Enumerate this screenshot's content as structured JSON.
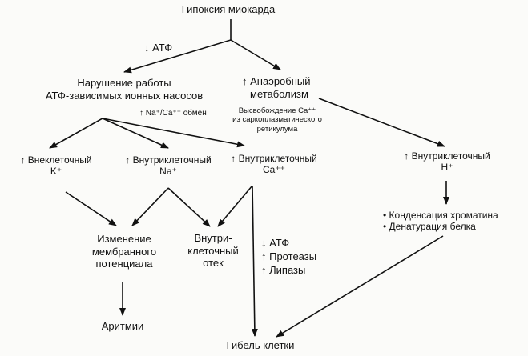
{
  "diagram": {
    "top": "Гипоксия миокарда",
    "atp_down": "↓ АТФ",
    "pump_failure": [
      "Нарушение работы",
      "АТФ-зависимых ионных насосов"
    ],
    "anaerobic": [
      "↑ Анаэробный",
      "метаболизм"
    ],
    "na_ca_exchange": "↑ Na⁺/Ca⁺⁺ обмен",
    "ca_release": [
      "Высвобождение Ca⁺⁺",
      "из саркоплазматического",
      "ретикулума"
    ],
    "extracellular_k": [
      "↑ Внеклеточный",
      "K⁺"
    ],
    "intracellular_na": [
      "↑ Внутриклеточный",
      "Na⁺"
    ],
    "intracellular_ca": [
      "↑ Внутриклеточный",
      "Ca⁺⁺"
    ],
    "intracellular_h": [
      "↑ Внутриклеточный",
      "H⁺"
    ],
    "h_effects": [
      "Конденсация хроматина",
      "Денатурация белка"
    ],
    "membrane_potential": [
      "Изменение",
      "мембранного",
      "потенциала"
    ],
    "cell_edema": [
      "Внутри-",
      "клеточный",
      "отек"
    ],
    "ca_effects": [
      "↓ АТФ",
      "↑ Протеазы",
      "↑ Липазы"
    ],
    "arrhythmia": "Аритмии",
    "cell_death": "Гибель клетки"
  },
  "colors": {
    "ink": "#111111",
    "paper": "#fbfbf9"
  }
}
